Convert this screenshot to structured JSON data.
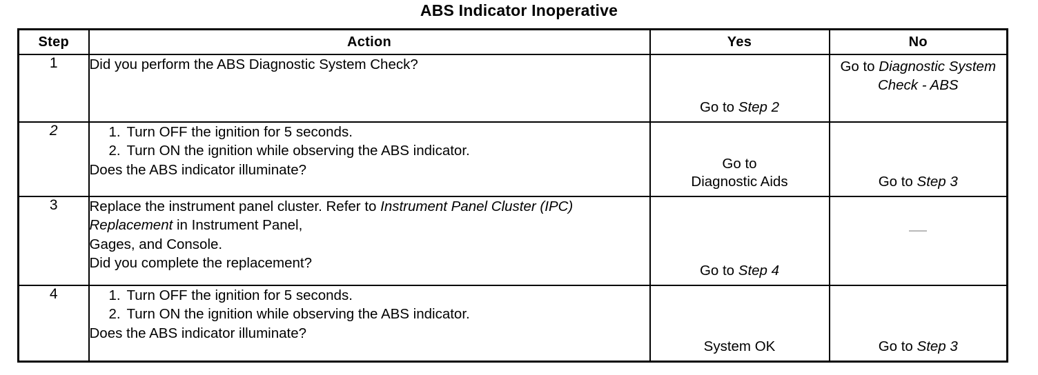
{
  "title": "ABS Indicator Inoperative",
  "table": {
    "headers": {
      "step": "Step",
      "action": "Action",
      "yes": "Yes",
      "no": "No"
    },
    "rows": [
      {
        "step": "1",
        "step_italic": false,
        "action": {
          "lines": [
            {
              "text": "Did you perform the ABS Diagnostic System Check?",
              "numbered": false
            }
          ]
        },
        "yes": {
          "prefix": "Go to ",
          "emphasis": "Step 2",
          "align": "bottom"
        },
        "no": {
          "prefix": "Go to ",
          "emphasis": "Diagnostic System Check - ABS",
          "align": "top"
        }
      },
      {
        "step": "2",
        "step_italic": true,
        "action": {
          "lines": [
            {
              "text": "Turn OFF the ignition for 5 seconds.",
              "numbered": true,
              "number": "1."
            },
            {
              "text": "Turn ON the ignition while observing the ABS indicator.",
              "numbered": true,
              "number": "2."
            },
            {
              "text": "Does the ABS indicator illuminate?",
              "numbered": false
            }
          ]
        },
        "yes": {
          "prefix": "Go to",
          "line2": "Diagnostic Aids",
          "emphasis": "",
          "align": "bottom"
        },
        "no": {
          "prefix": "Go to ",
          "emphasis": "Step 3",
          "align": "bottom"
        }
      },
      {
        "step": "3",
        "step_italic": false,
        "action": {
          "lines": [
            {
              "rich": true,
              "segments": [
                {
                  "t": "Replace the instrument panel cluster. Refer to ",
                  "i": false
                },
                {
                  "t": "Instrument Panel Cluster (IPC) Replacement",
                  "i": true
                },
                {
                  "t": " in Instrument Panel,",
                  "i": false
                }
              ]
            },
            {
              "text": "Gages, and Console.",
              "numbered": false
            },
            {
              "text": "Did you complete the replacement?",
              "numbered": false
            }
          ]
        },
        "yes": {
          "prefix": "Go to ",
          "emphasis": "Step 4",
          "align": "bottom"
        },
        "no": {
          "prefix": "",
          "emphasis": "",
          "align": "bottom",
          "smudge": true
        }
      },
      {
        "step": "4",
        "step_italic": false,
        "action": {
          "lines": [
            {
              "text": "Turn OFF the ignition for 5 seconds.",
              "numbered": true,
              "number": "1."
            },
            {
              "text": "Turn ON the ignition while observing the ABS indicator.",
              "numbered": true,
              "number": "2."
            },
            {
              "text": "Does the ABS indicator illuminate?",
              "numbered": false
            }
          ]
        },
        "yes": {
          "prefix": "System OK",
          "emphasis": "",
          "align": "bottom"
        },
        "no": {
          "prefix": "Go to ",
          "emphasis": "Step 3",
          "align": "bottom"
        }
      }
    ]
  }
}
